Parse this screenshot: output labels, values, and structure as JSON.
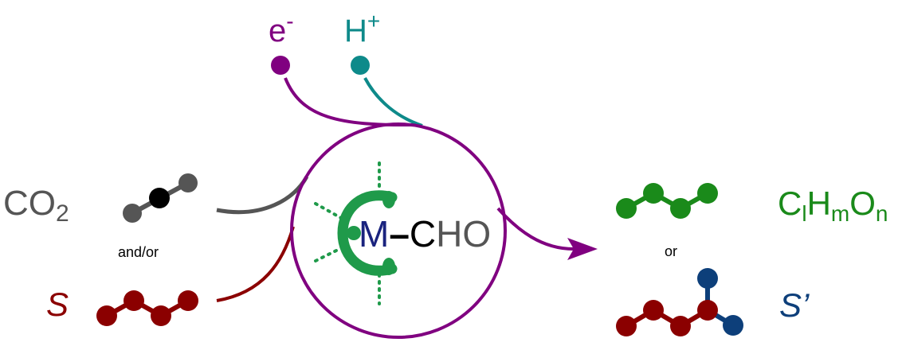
{
  "inputs": {
    "electron": {
      "base": "e",
      "sup": "-"
    },
    "proton": {
      "base": "H",
      "sup": "+"
    }
  },
  "reactants": {
    "co2": {
      "base": "CO",
      "sub": "2"
    },
    "connector": "and/or",
    "substrate": "S"
  },
  "catalyst": {
    "metal": "M",
    "bond": "–",
    "carbon": "C",
    "rest": "HO"
  },
  "products": {
    "formula": {
      "c": "C",
      "c_sub": "l",
      "h": "H",
      "h_sub": "m",
      "o": "O",
      "o_sub": "n"
    },
    "connector": "or",
    "substrate_prime": "S’"
  },
  "colors": {
    "purple": "#800080",
    "teal": "#0e8a8a",
    "gray": "#555555",
    "black": "#000000",
    "dark_red": "#8b0000",
    "green": "#1a8a1a",
    "catalyst_green": "#1f9a4a",
    "navy": "#1a237e",
    "blue": "#0d3f7a"
  }
}
